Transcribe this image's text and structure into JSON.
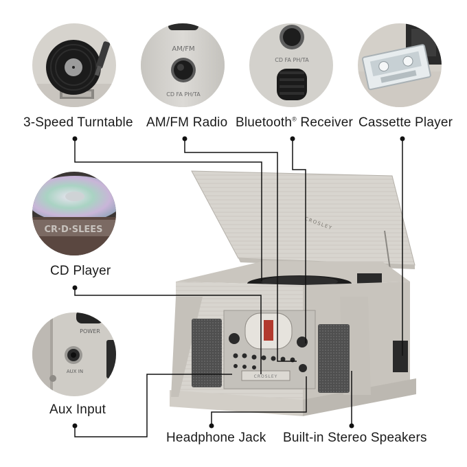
{
  "features": {
    "turntable": {
      "label": "3-Speed Turntable"
    },
    "radio": {
      "label": "AM/FM Radio"
    },
    "bluetooth": {
      "label": "Bluetooth",
      "mark": "®",
      "label_suffix": " Receiver"
    },
    "cassette": {
      "label": "Cassette Player"
    },
    "cd": {
      "label": "CD Player"
    },
    "aux": {
      "label": "Aux Input"
    },
    "headphone": {
      "label": "Headphone Jack"
    },
    "speakers": {
      "label": "Built-in Stereo Speakers"
    }
  },
  "closeups": {
    "radio_band": "AM/FM",
    "mode_text": "CD FA PH/TA",
    "disc_brand": "CR·D·SLEES",
    "power_label": "POWER",
    "aux_label": "AUX IN"
  },
  "product": {
    "lid_brand": "CROSLEY",
    "front_brand": "CROSLEY"
  },
  "colors": {
    "wood": "#d9d6d0",
    "wood_dark": "#b9b5ae",
    "panel": "#cfccc6",
    "grille": "#4a4a4a",
    "line": "#111111"
  }
}
